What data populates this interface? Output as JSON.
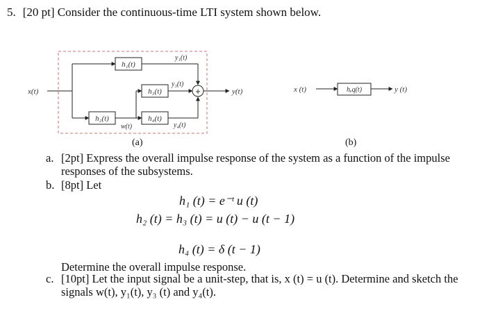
{
  "question": {
    "number": "5.",
    "header": "[20 pt] Consider the continuous-time LTI system shown below."
  },
  "diagram_a": {
    "input": "x(t)",
    "output": "y(t)",
    "blocks": [
      "h₁(t)",
      "h₃(t)",
      "h₂(t)",
      "h₄(t)"
    ],
    "signals": [
      "y₁(t)",
      "y₃(t)",
      "w(t)",
      "y₄(t)"
    ],
    "sum_symbol": "+",
    "caption": "(a)"
  },
  "diagram_b": {
    "input": "x (t)",
    "block": "hₑq(t)",
    "output": "y (t)",
    "caption": "(b)"
  },
  "parts": {
    "a": {
      "letter": "a.",
      "text": "[2pt] Express the overall impulse response of the system as a function of the impulse responses of the subsystems."
    },
    "b": {
      "letter": "b.",
      "text": "[8pt] Let",
      "follow": "Determine the overall impulse response."
    },
    "c": {
      "letter": "c.",
      "text": "[10pt] Let the input signal be a unit-step, that is, x (t) = u (t). Determine and sketch the signals w(t), y₁(t), y₃ (t) and y₄(t)."
    }
  },
  "equations": {
    "eq1": "h₁ (t) = e⁻ᵗ u (t)",
    "eq2": "h₂ (t) = h₃ (t) = u (t) − u (t − 1)",
    "eq3": "h₄ (t) = δ (t − 1)"
  }
}
